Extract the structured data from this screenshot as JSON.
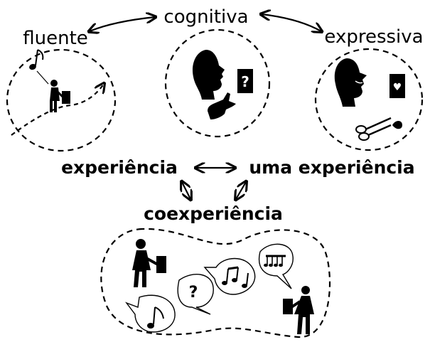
{
  "labels": {
    "cognitiva": "cognitiva",
    "fluente": "fluente",
    "expressiva": "expressiva",
    "experiencia": "experiência",
    "uma_experiencia": "uma experiência",
    "coexperiencia": "coexperiência"
  },
  "symbols": {
    "question_mark": "?",
    "heart": "♥"
  },
  "icons": [
    "music-note-icon",
    "person-icon",
    "head-profile-icon",
    "hand-icon",
    "question-card-icon",
    "heart-card-icon",
    "scissors-icon",
    "speech-bubble-icon",
    "beamed-notes-icon",
    "rhythm-notes-icon"
  ],
  "colors": {
    "ink": "#000000",
    "background": "#ffffff"
  }
}
